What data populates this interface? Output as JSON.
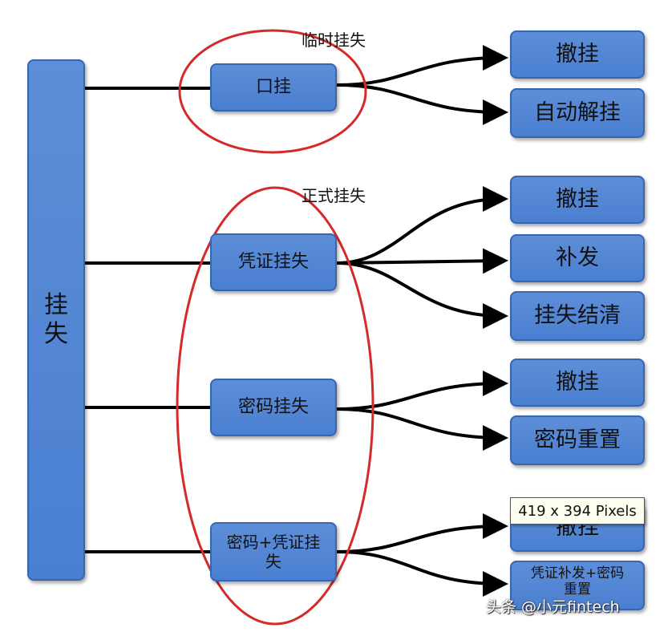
{
  "root": {
    "label": "挂失"
  },
  "groups": {
    "temporary": {
      "label": "临时挂失"
    },
    "formal": {
      "label": "正式挂失"
    }
  },
  "mid_nodes": {
    "oral": "口挂",
    "certificate": "凭证挂失",
    "password": "密码挂失",
    "password_certificate": "密码+凭证挂失"
  },
  "leaves": {
    "oral": [
      "撤挂",
      "自动解挂"
    ],
    "certificate": [
      "撤挂",
      "补发",
      "挂失结清"
    ],
    "password": [
      "撤挂",
      "密码重置"
    ],
    "password_certificate": [
      "撤挂",
      "凭证补发+密码重置"
    ]
  },
  "overlay": {
    "tooltip": "419 x 394 Pixels",
    "watermark": "头条 @小元fintech"
  },
  "colors": {
    "box_fill": "#4f86d3",
    "box_border": "#3566b4",
    "ellipse": "#d42a2a",
    "connector": "#000000"
  }
}
